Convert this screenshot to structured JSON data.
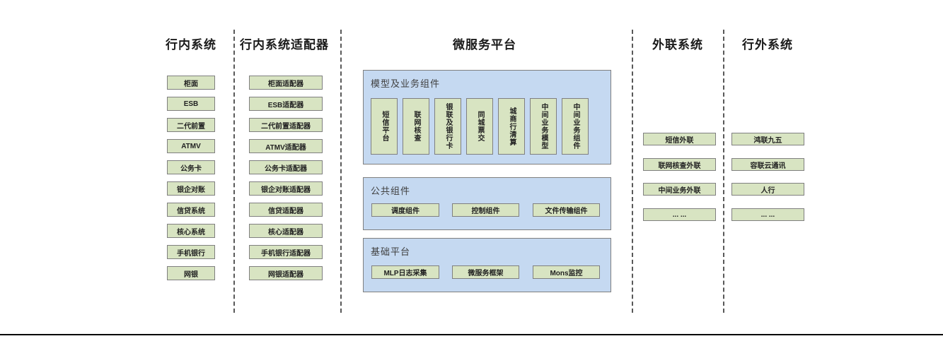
{
  "diagram": {
    "columns": [
      {
        "header": "行内系统",
        "items": [
          "柜面",
          "ESB",
          "二代前置",
          "ATMV",
          "公务卡",
          "银企对账",
          "信贷系统",
          "核心系统",
          "手机银行",
          "网银"
        ]
      },
      {
        "header": "行内系统适配器",
        "items": [
          "柜面适配器",
          "ESB适配器",
          "二代前置适配器",
          "ATMV适配器",
          "公务卡适配器",
          "银企对账适配器",
          "信贷适配器",
          "核心适配器",
          "手机银行适配器",
          "网银适配器"
        ]
      },
      {
        "header": "微服务平台",
        "sections": [
          {
            "label": "模型及业务组件",
            "items": [
              "短信平台",
              "联网核查",
              "银联及银行卡",
              "同城票交",
              "城商行清算",
              "中间业务模型",
              "中间业务组件"
            ]
          },
          {
            "label": "公共组件",
            "items": [
              "调度组件",
              "控制组件",
              "文件传输组件"
            ]
          },
          {
            "label": "基础平台",
            "items": [
              "MLP日志采集",
              "微服务框架",
              "Mons监控"
            ]
          }
        ]
      },
      {
        "header": "外联系统",
        "items": [
          "短信外联",
          "联网核查外联",
          "中间业务外联",
          "... ..."
        ]
      },
      {
        "header": "行外系统",
        "items": [
          "鸿联九五",
          "容联云通讯",
          "人行",
          "... ..."
        ]
      }
    ],
    "colors": {
      "green_fill": "#d8e4c2",
      "blue_fill": "#c5d9f1",
      "box_border": "#7f7f7f"
    }
  }
}
